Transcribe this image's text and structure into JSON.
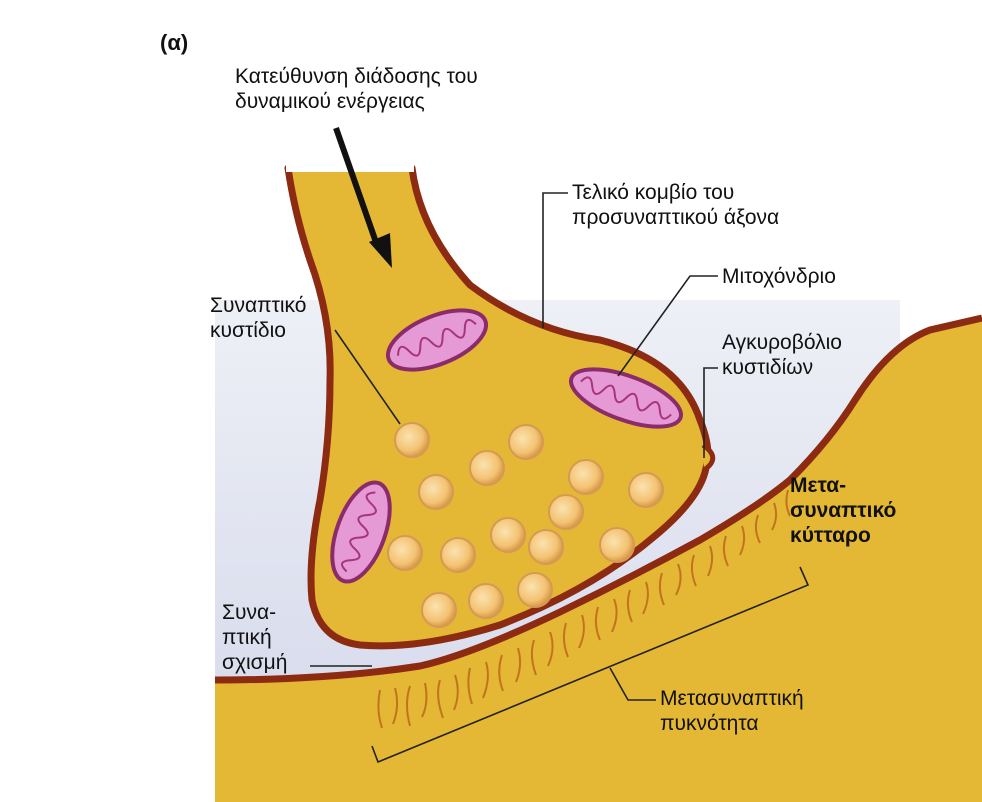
{
  "panel_label": "(α)",
  "labels": {
    "propagation_direction": "Κατεύθυνση διάδοσης του\nδυναμικού ενέργειας",
    "terminal_button": "Τελικό κομβίο του\nπροσυναπτικού άξονα",
    "mitochondrion": "Μιτοχόνδριο",
    "synaptic_vesicle": "Συναπτικό\nκυστίδιο",
    "vesicle_anchoring": "Αγκυροβόλιο\nκυστιδίων",
    "postsynaptic_cell": "Μετα-\nσυναπτικό\nκύτταρο",
    "synaptic_cleft": "Συνα-\nπτική\nσχισμή",
    "postsynaptic_density": "Μετασυναπτική\nπυκνότητα"
  },
  "colors": {
    "cytoplasm": "#e4b735",
    "membrane": "#8c2b12",
    "cleft": "#e4e7f1",
    "mitochondrion": "#e59ad6",
    "vesicle": "#f3c372",
    "density": "#c2731f"
  }
}
